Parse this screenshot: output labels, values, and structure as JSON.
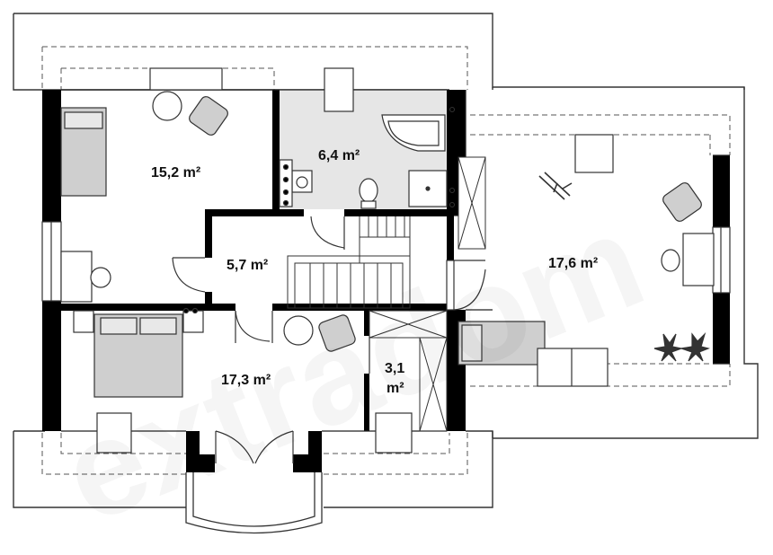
{
  "plan": {
    "rooms": [
      {
        "id": "bedroom-nw",
        "label": "15,2 m²"
      },
      {
        "id": "bathroom",
        "label": "6,4 m²"
      },
      {
        "id": "hall",
        "label": "5,7 m²"
      },
      {
        "id": "bedroom-east",
        "label": "17,6 m²"
      },
      {
        "id": "bedroom-sw",
        "label": "17,3 m²"
      },
      {
        "id": "closet",
        "label_line1": "3,1",
        "label_line2": "m²"
      }
    ],
    "watermark": "extradom"
  },
  "colors": {
    "wall": "#000000",
    "bathroom_floor": "#e6e6e6",
    "furniture_fill": "#cfcfcf",
    "outline": "#333333",
    "dash": "#555555"
  }
}
